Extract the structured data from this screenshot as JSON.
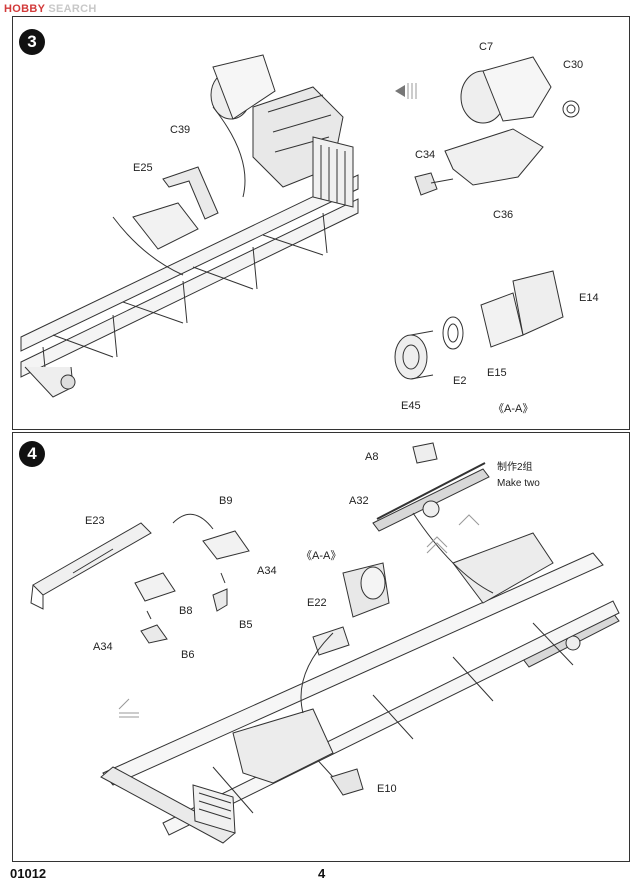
{
  "watermark": {
    "brand": "HOBBY",
    "suffix": "SEARCH"
  },
  "steps": [
    {
      "number": "3",
      "labels": {
        "c7": "C7",
        "c30": "C30",
        "c39": "C39",
        "c34": "C34",
        "c36": "C36",
        "e25": "E25",
        "e14": "E14",
        "e2": "E2",
        "e15": "E15",
        "e45": "E45",
        "view": "《A-A》"
      }
    },
    {
      "number": "4",
      "labels": {
        "a8": "A8",
        "a32": "A32",
        "b9": "B9",
        "e23": "E23",
        "a34_right": "A34",
        "b8": "B8",
        "b5": "B5",
        "a34_left": "A34",
        "b6": "B6",
        "view": "《A-A》",
        "e22": "E22",
        "e10": "E10"
      },
      "note": {
        "chinese": "制作2组",
        "english": "Make two"
      }
    }
  ],
  "footer": {
    "code": "01012",
    "page": "4"
  }
}
